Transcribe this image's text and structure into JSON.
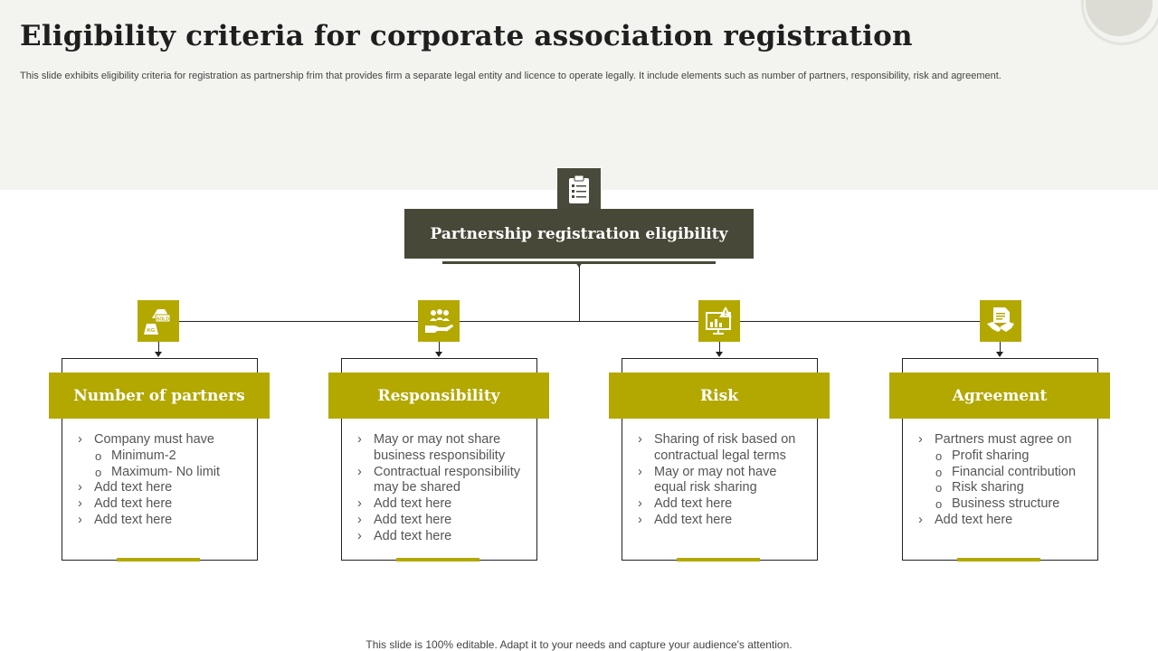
{
  "title": "Eligibility criteria for corporate association registration",
  "subtitle": "This slide exhibits eligibility criteria for registration as partnership frim that provides firm a separate legal entity and licence to operate legally. It include elements such as number of partners, responsibility, risk and agreement.",
  "center": {
    "label": "Partnership registration eligibility",
    "icon": "clipboard-checklist-icon"
  },
  "colors": {
    "accent": "#b3a800",
    "dark": "#484838",
    "band": "#f3f3ef"
  },
  "columns": [
    {
      "heading": "Number of partners",
      "icon": "sold-weight-icon",
      "items": [
        {
          "text": "Company must have",
          "level": 1
        },
        {
          "text": "Minimum-2",
          "level": 2
        },
        {
          "text": "Maximum- No limit",
          "level": 2
        },
        {
          "text": "Add text here",
          "level": 1
        },
        {
          "text": "Add text here",
          "level": 1
        },
        {
          "text": "Add text here",
          "level": 1
        }
      ]
    },
    {
      "heading": "Responsibility",
      "icon": "hand-holding-people-icon",
      "items": [
        {
          "text": "May or may not share business responsibility",
          "level": 1
        },
        {
          "text": "Contractual responsibility may be shared",
          "level": 1
        },
        {
          "text": "Add text here",
          "level": 1
        },
        {
          "text": "Add text here",
          "level": 1
        },
        {
          "text": "Add text here",
          "level": 1
        }
      ]
    },
    {
      "heading": "Risk",
      "icon": "risk-warning-monitor-icon",
      "items": [
        {
          "text": "Sharing of risk based on contractual legal terms",
          "level": 1
        },
        {
          "text": "May or may not have equal risk sharing",
          "level": 1
        },
        {
          "text": "Add text here",
          "level": 1
        },
        {
          "text": "Add text here",
          "level": 1
        }
      ]
    },
    {
      "heading": "Agreement",
      "icon": "handshake-document-icon",
      "items": [
        {
          "text": "Partners must agree on",
          "level": 1
        },
        {
          "text": "Profit sharing",
          "level": 2
        },
        {
          "text": "Financial contribution",
          "level": 2
        },
        {
          "text": "Risk sharing",
          "level": 2
        },
        {
          "text": "Business structure",
          "level": 2
        },
        {
          "text": "Add text here",
          "level": 1
        }
      ]
    }
  ],
  "footer": "This slide is 100% editable. Adapt it to your needs and capture your audience's attention."
}
